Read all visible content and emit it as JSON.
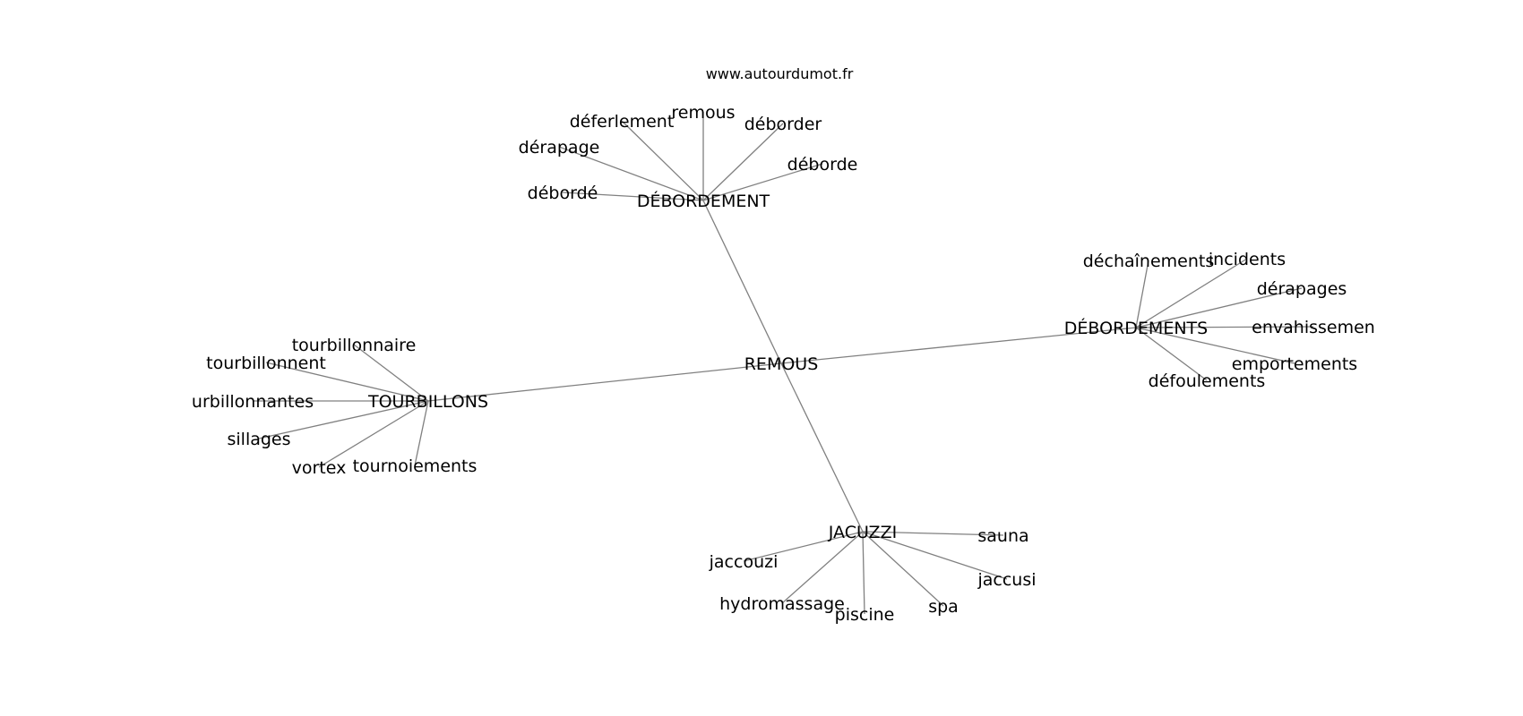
{
  "site": "www.autourdumot.fr",
  "center": "REMOUS",
  "groups": [
    {
      "hub": "DÉBORDEMENT",
      "words": [
        "déferlement",
        "remous",
        "déborder",
        "dérapage",
        "déborde",
        "débordé"
      ]
    },
    {
      "hub": "DÉBORDEMENTS",
      "words": [
        "déchaînements",
        "incidents",
        "dérapages",
        "envahissemen",
        "emportements",
        "défoulements"
      ]
    },
    {
      "hub": "TOURBILLONS",
      "words": [
        "tourbillonnaire",
        "tourbillonnent",
        "urbillonnantes",
        "sillages",
        "vortex",
        "tournoiements"
      ]
    },
    {
      "hub": "JACUZZI",
      "words": [
        "sauna",
        "jaccouzi",
        "jaccusi",
        "hydromassage",
        "piscine",
        "spa"
      ]
    }
  ]
}
